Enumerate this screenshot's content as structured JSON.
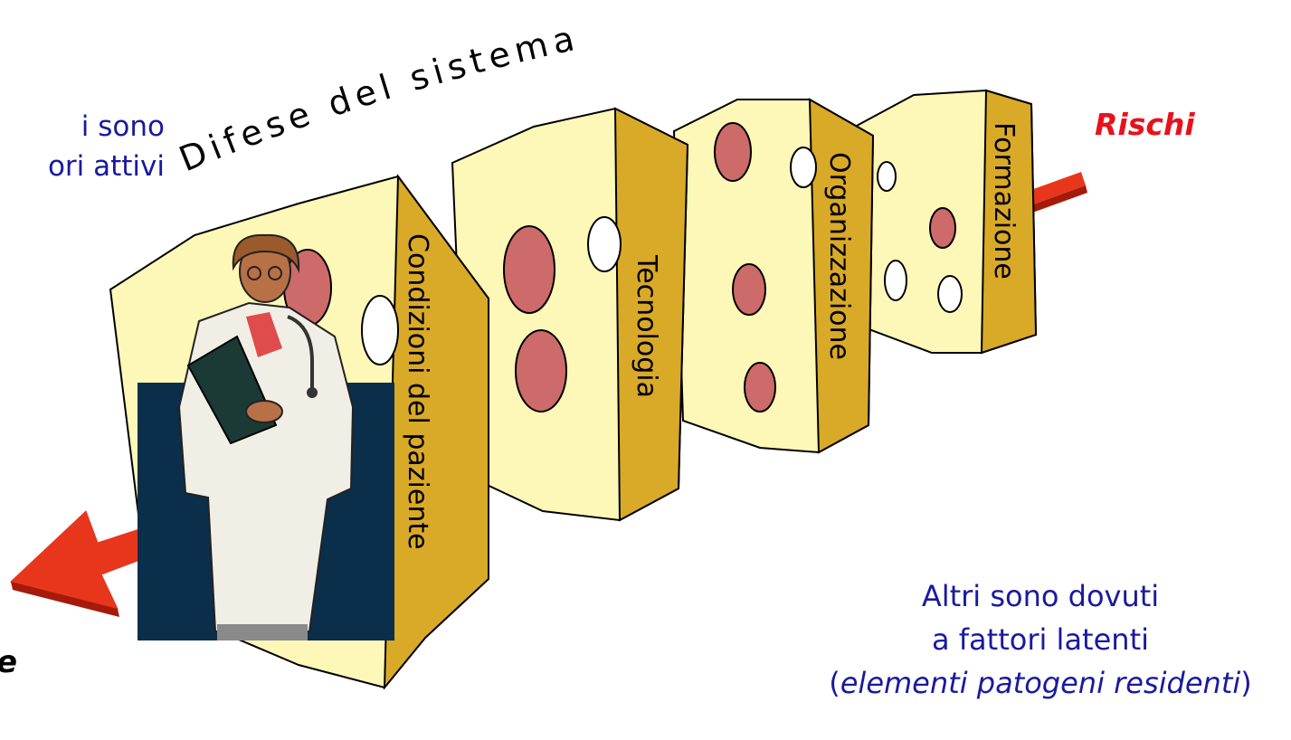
{
  "diagram": {
    "title": "Difese del sistema",
    "left_text": {
      "line1": "i sono",
      "line2": "ori attivi"
    },
    "risk_label": "Rischi",
    "cut_label": "e",
    "latent_text": {
      "line1": "Altri sono dovuti",
      "line2": "a fattori latenti",
      "open_paren": "(",
      "italic": "elementi patogeni residenti",
      "close_paren": ")"
    },
    "layers": [
      {
        "label": "Condizioni del paziente"
      },
      {
        "label": "Tecnologia"
      },
      {
        "label": "Organizzazione"
      },
      {
        "label": "Formazione"
      }
    ],
    "colors": {
      "cheese_face": "#fdf7b8",
      "cheese_rind": "#d9a928",
      "hole_fill": "#cd6a6a",
      "arrow": "#e8361c",
      "doctor_panel": "#0b2e4a",
      "text_blue": "#1a1a9e",
      "text_red": "#e8121c"
    }
  }
}
